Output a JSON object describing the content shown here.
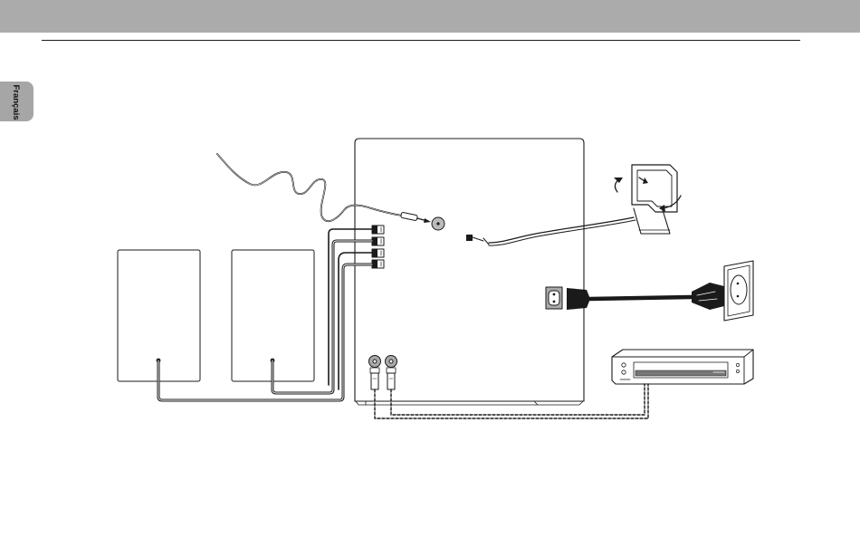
{
  "language_tab": {
    "label": "Français"
  },
  "colors": {
    "header_band": "#ababab",
    "language_tab": "#a6a6a6",
    "line": "#1a1a1a",
    "jack_gray": "#aaaaaa"
  },
  "diagram": {
    "components": [
      {
        "id": "fm-antenna-wire",
        "icon": "wire-antenna-icon"
      },
      {
        "id": "subwoofer-rear-panel",
        "icon": "rear-panel-icon"
      },
      {
        "id": "left-speaker",
        "icon": "speaker-box-icon"
      },
      {
        "id": "right-speaker",
        "icon": "speaker-box-icon"
      },
      {
        "id": "am-loop-antenna",
        "icon": "loop-antenna-icon"
      },
      {
        "id": "mains-plug",
        "icon": "power-plug-icon"
      },
      {
        "id": "wall-socket",
        "icon": "wall-socket-icon"
      },
      {
        "id": "external-player",
        "icon": "cd-player-icon"
      },
      {
        "id": "audio-cinch-cable",
        "icon": "rca-cable-icon"
      }
    ]
  }
}
